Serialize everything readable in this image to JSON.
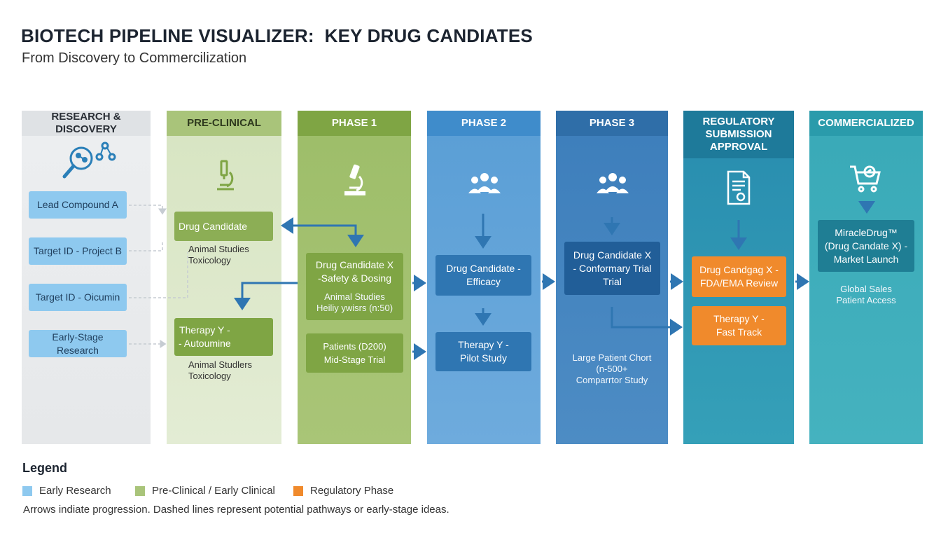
{
  "header": {
    "title": "BIOTECH PIPELINE VISUALIZER:  KEY DRUG CANDIATES",
    "subtitle": "From Discovery to Commercilization"
  },
  "columns": {
    "research": {
      "label": "RESEARCH & DISCOVERY"
    },
    "preclinical": {
      "label": "PRE-CLINICAL"
    },
    "phase1": {
      "label": "PHASE 1"
    },
    "phase2": {
      "label": "PHASE 2"
    },
    "phase3": {
      "label": "PHASE 3"
    },
    "regulatory": {
      "label": "REGULATORY\nSUBMISSION\nAPPROVAL"
    },
    "commercial": {
      "label": "COMMERCIALIZED"
    }
  },
  "research_items": [
    "Lead Compound A",
    "Target ID - Project B",
    "Target ID - Oicumin",
    "Early-Stage Research"
  ],
  "preclinical": {
    "card1": "Drug Candidate",
    "card1_note": "Animal Studies\nToxicology",
    "card2": "Therapy Y -\n- Autoumine",
    "card2_note": "Animal Studlers\nToxicology"
  },
  "phase1": {
    "card1": "Drug Candidate X\n-Safety & Dosing",
    "card1_note": "Animal Studies\nHeiliy ywisrs (n:50)",
    "card2": "Patients (D200)\nMid-Stage Trial"
  },
  "phase2": {
    "card1": "Drug Candidate -\nEfficacy",
    "card2": "Therapy Y -\nPilot Study"
  },
  "phase3": {
    "card1": "Drug Candidate X\n- Conformary Trial\nTrial",
    "note": "Large Patient Chort\n(n-500+\nComparrtor Study"
  },
  "regulatory": {
    "card1": "Drug Candgag X -\nFDA/EMA Review",
    "card2": "Therapy Y -\nFast Track"
  },
  "commercial": {
    "card1": "MiracleDrug™\n(Drug Candate X) -\nMarket Launch",
    "note": "Global Sales\nPatient Access"
  },
  "legend": {
    "title": "Legend",
    "items": [
      {
        "label": "Early Research",
        "color": "#8ec9ef"
      },
      {
        "label": "Pre-Clinical / Early Clinical",
        "color": "#a9c47a"
      },
      {
        "label": "Regulatory Phase",
        "color": "#f08a2c"
      }
    ],
    "note": "Arrows indiate progression. Dashed lines represent potential pathways or early-stage ideas."
  },
  "icons": {
    "research": "molecule-search-icon",
    "preclinical": "microscope-icon",
    "phase1": "microscope-icon",
    "phase2": "people-group-icon",
    "phase3": "people-group-icon",
    "regulatory": "certified-document-icon",
    "commercial": "shopping-cart-icon"
  },
  "colors": {
    "research": "#e6e8ea",
    "preclinical": "#a9c47a",
    "phase1": "#7fa544",
    "phase2": "#5a9fd4",
    "phase3": "#3e7fbc",
    "regulatory": "#2a8fb0",
    "commercial": "#3aaab8",
    "regulatory_card": "#f08a2c",
    "arrow": "#2f76b2"
  }
}
